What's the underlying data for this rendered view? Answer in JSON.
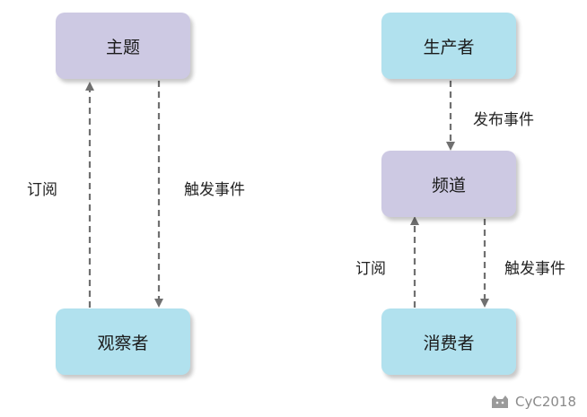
{
  "colors": {
    "purple_box": "#cdc9e3",
    "blue_box": "#b1e1ee",
    "arrow": "#707070"
  },
  "left": {
    "top_node": "主题",
    "bottom_node": "观察者",
    "up_label": "订阅",
    "down_label": "触发事件"
  },
  "right": {
    "top_node": "生产者",
    "middle_node": "频道",
    "bottom_node": "消费者",
    "publish_label": "发布事件",
    "up_label": "订阅",
    "down_label": "触发事件"
  },
  "watermark": {
    "text": "CyC2018",
    "icon": "cat-icon"
  }
}
